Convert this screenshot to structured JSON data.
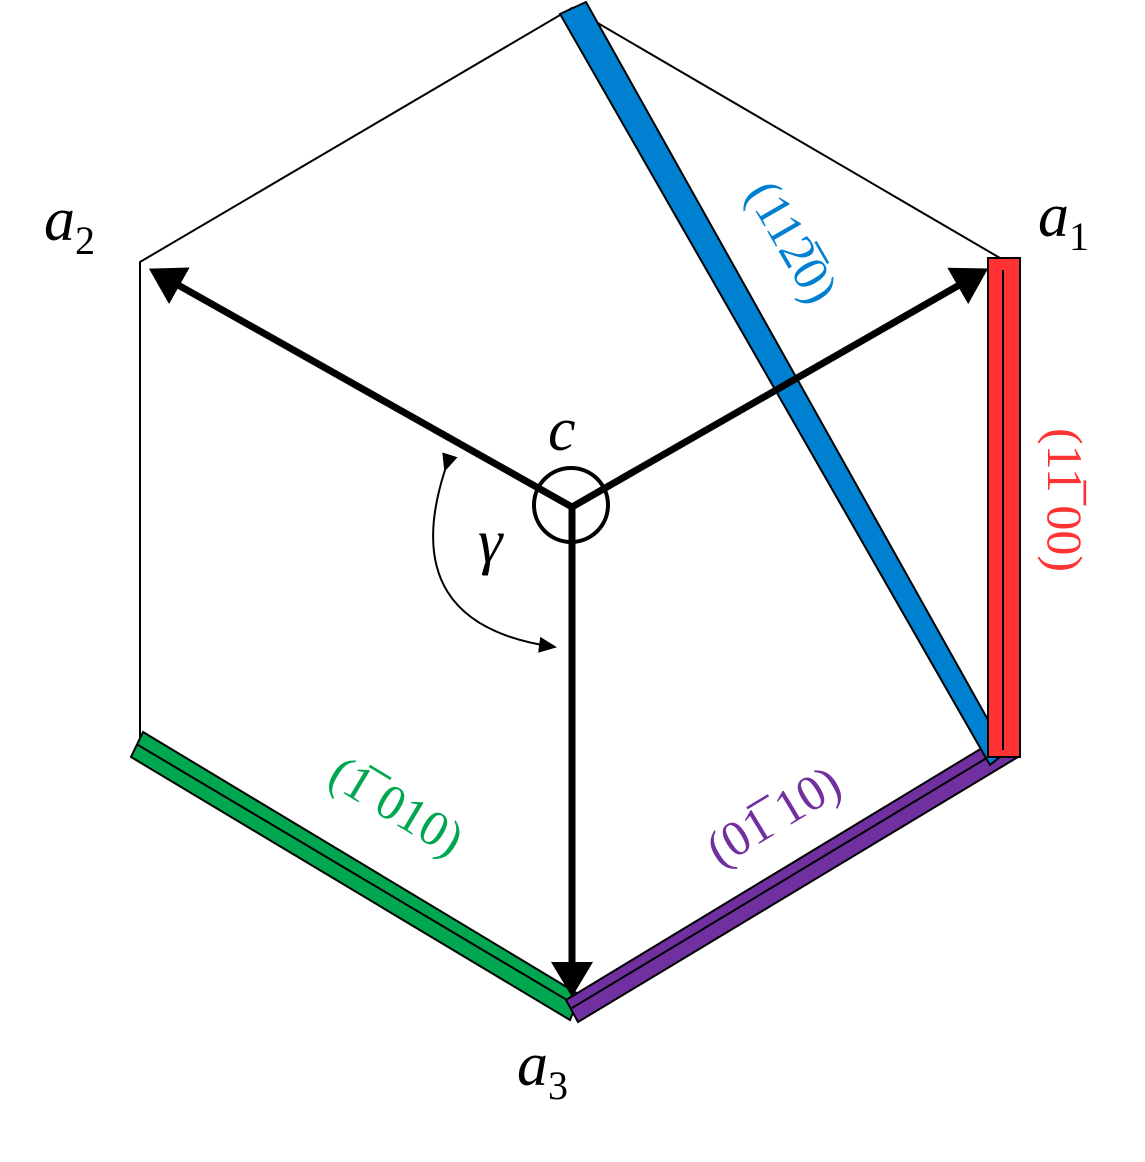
{
  "axes": {
    "a1": {
      "base": "a",
      "sub": "1"
    },
    "a2": {
      "base": "a",
      "sub": "2"
    },
    "a3": {
      "base": "a",
      "sub": "3"
    },
    "c": "c",
    "gamma": "γ"
  },
  "planes": [
    {
      "id": "blue",
      "label": "(112̅0)",
      "color": "#0080d0"
    },
    {
      "id": "red",
      "label": "(11̅ 00)",
      "color": "#ff3333"
    },
    {
      "id": "purple",
      "label": "(01̅ 10)",
      "color": "#7030a0"
    },
    {
      "id": "green",
      "label": "(1̅ 010)",
      "color": "#00a650"
    }
  ]
}
